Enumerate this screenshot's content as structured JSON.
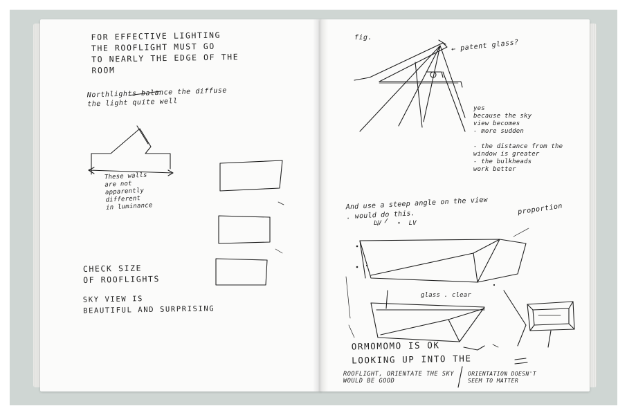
{
  "left_page": {
    "heading": "FOR EFFECTIVE LIGHTING\nTHE ROOFLIGHT MUST GO\nTO NEARLY THE EDGE OF THE\nROOM",
    "note_northlights": "Northlights balance the diffuse\nthe light quite well",
    "note_walls": "These walls\nare not\napparently\ndifferent\nin luminance",
    "note_check": "CHECK SIZE\nOF ROOFLIGHTS",
    "note_sky": "SKY VIEW IS\nBEAUTIFUL AND SURPRISING"
  },
  "right_page": {
    "label_fig": "fig.",
    "label_patent": "← patent glass?",
    "note_yes": "yes\nbecause the sky\nview becomes\n- more sudden\n\n- the distance from the\nwindow is greater\n- the bulkheads\nwork better",
    "note_steep": "And use a steep angle on the view\n. would do this.",
    "label_lv": "LV    ∘  LV",
    "label_proportion": "proportion",
    "label_clear": "glass . clear",
    "note_looking": "ORMOMOMO IS OK\nLOOKING UP INTO THE",
    "note_bottom_left": "ROOFLIGHT, ORIENTATE THE SKY\nWOULD BE GOOD",
    "note_bottom_right": "ORIENTATION DOESN'T\nSEEM TO MATTER"
  }
}
